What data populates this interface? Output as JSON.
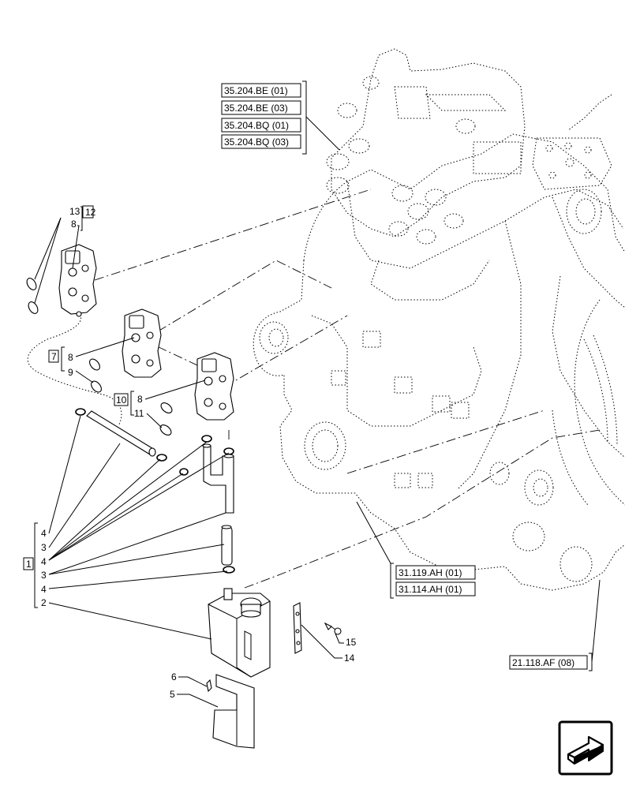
{
  "references": {
    "valve_block": [
      "35.204.BE (01)",
      "35.204.BE (03)",
      "35.204.BQ (01)",
      "35.204.BQ (03)"
    ],
    "housing": [
      "31.119.AH (01)",
      "31.114.AH (01)"
    ],
    "axle": "21.118.AF (08)"
  },
  "callouts": {
    "c13": "13",
    "c12": "12",
    "c8a": "8",
    "c7": "7",
    "c8b": "8",
    "c9": "9",
    "c10": "10",
    "c8c": "8",
    "c11": "11",
    "c1": "1",
    "kit": [
      "4",
      "3",
      "4",
      "3",
      "4",
      "2"
    ],
    "c15": "15",
    "c14": "14",
    "c6": "6",
    "c5": "5"
  },
  "icons": {
    "nav": "next-page-arrow-icon"
  }
}
